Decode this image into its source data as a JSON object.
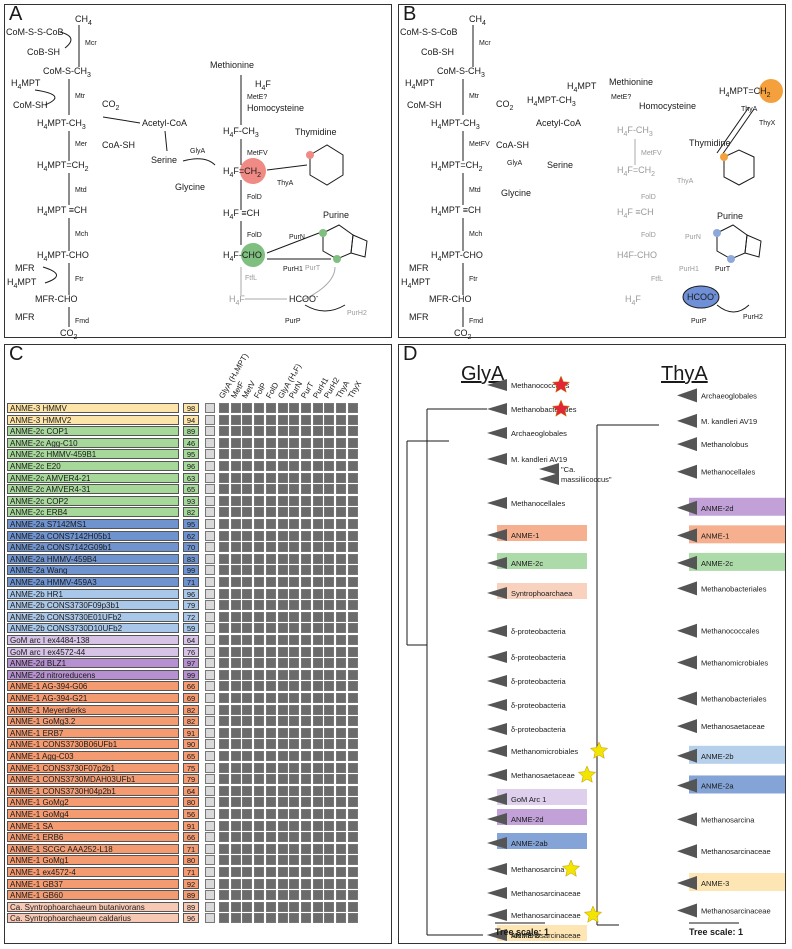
{
  "panel_labels": {
    "a": "A",
    "b": "B",
    "c": "C",
    "d": "D"
  },
  "pathway": {
    "ch4": "CH",
    "ch4_sub": "4",
    "com_s_s_cob": "CoM-S-S-CoB",
    "mcr": "Mcr",
    "cob_sh": "CoB-SH",
    "com_s_ch3": "CoM-S-CH",
    "h4mpt": "MPT",
    "mtr": "Mtr",
    "com_sh": "CoM-SH",
    "co2": "CO",
    "acetyl_coa": "Acetyl-CoA",
    "coa_sh": "CoA-SH",
    "mer": "Mer",
    "serine": "Serine",
    "glycine": "Glycine",
    "glya": "GlyA",
    "mtd": "Mtd",
    "mch": "Mch",
    "mfr": "MFR",
    "ftr": "Ftr",
    "mfr_cho": "MFR-CHO",
    "fmd": "Fmd",
    "methionine": "Methionine",
    "h4f": "F",
    "mete": "MetE?",
    "homocysteine": "Homocysteine",
    "metfv": "MetFV",
    "thymidine": "Thymidine",
    "thya": "ThyA",
    "thyx": "ThyX",
    "fold": "FolD",
    "purine": "Purine",
    "purn": "PurN",
    "purh1": "PurH1",
    "purt": "PurT",
    "purh2": "PurH2",
    "purp": "PurP",
    "ftfl": "FtfL",
    "hcoo": "HCOO",
    "h4f_cho_b": "H4F-CHO"
  },
  "panel_c": {
    "columns": [
      "GlyA (H₄MPT)",
      "MetF",
      "MetV",
      "FolP",
      "FolD",
      "GlyA (H₄F)",
      "PurN",
      "PurT",
      "PurH1",
      "PurH2",
      "ThyA",
      "ThyX"
    ],
    "rows": [
      {
        "name": "ANME-3 HMMV",
        "n": "98",
        "c": "#fde4a8"
      },
      {
        "name": "ANME-3 HMMV2",
        "n": "94",
        "c": "#fde4a8"
      },
      {
        "name": "ANME-2c COP1",
        "n": "89",
        "c": "#a6d89a"
      },
      {
        "name": "ANME-2c Agg-C10",
        "n": "46",
        "c": "#a6d89a"
      },
      {
        "name": "ANME-2c HMMV-459B1",
        "n": "95",
        "c": "#a6d89a"
      },
      {
        "name": "ANME-2c E20",
        "n": "96",
        "c": "#a6d89a"
      },
      {
        "name": "ANME-2c AMVER4-21",
        "n": "63",
        "c": "#a6d89a"
      },
      {
        "name": "ANME-2c AMVER4-31",
        "n": "65",
        "c": "#a6d89a"
      },
      {
        "name": "ANME-2c COP2",
        "n": "93",
        "c": "#a6d89a"
      },
      {
        "name": "ANME-2c ERB4",
        "n": "82",
        "c": "#a6d89a"
      },
      {
        "name": "ANME-2a S7142MS1",
        "n": "95",
        "c": "#6f93cf"
      },
      {
        "name": "ANME-2a CONS7142H05b1",
        "n": "62",
        "c": "#6f93cf"
      },
      {
        "name": "ANME-2a CONS7142G09b1",
        "n": "70",
        "c": "#6f93cf"
      },
      {
        "name": "ANME-2a HMMV-459B4",
        "n": "83",
        "c": "#6f93cf"
      },
      {
        "name": "ANME-2a Wang",
        "n": "99",
        "c": "#6f93cf"
      },
      {
        "name": "ANME-2a HMMV-459A3",
        "n": "71",
        "c": "#6f93cf"
      },
      {
        "name": "ANME-2b HR1",
        "n": "96",
        "c": "#a9c7e8"
      },
      {
        "name": "ANME-2b CONS3730F09p3b1",
        "n": "79",
        "c": "#a9c7e8"
      },
      {
        "name": "ANME-2b CONS3730E01UFb2",
        "n": "72",
        "c": "#a9c7e8"
      },
      {
        "name": "ANME-2b CONS3730D10UFb2",
        "n": "59",
        "c": "#a9c7e8"
      },
      {
        "name": "GoM arc I ex4484-138",
        "n": "64",
        "c": "#d6c3e6"
      },
      {
        "name": "GoM arc I ex4572-44",
        "n": "76",
        "c": "#d6c3e6"
      },
      {
        "name": "ANME-2d BLZ1",
        "n": "97",
        "c": "#b690d0"
      },
      {
        "name": "ANME-2d nitroreducens",
        "n": "99",
        "c": "#b690d0"
      },
      {
        "name": "ANME-1 AG-394-G06",
        "n": "66",
        "c": "#f49b72"
      },
      {
        "name": "ANME-1 AG-394-G21",
        "n": "69",
        "c": "#f49b72"
      },
      {
        "name": "ANME-1 Meyerdierks",
        "n": "82",
        "c": "#f49b72"
      },
      {
        "name": "ANME-1 GoMg3.2",
        "n": "82",
        "c": "#f49b72"
      },
      {
        "name": "ANME-1 ERB7",
        "n": "91",
        "c": "#f49b72"
      },
      {
        "name": "ANME-1 CONS3730B06UFb1",
        "n": "90",
        "c": "#f49b72"
      },
      {
        "name": "ANME-1 Agg-C03",
        "n": "65",
        "c": "#f49b72"
      },
      {
        "name": "ANME-1 CONS3730F07p2b1",
        "n": "75",
        "c": "#f49b72"
      },
      {
        "name": "ANME-1 CONS3730MDAH03UFb1",
        "n": "79",
        "c": "#f49b72"
      },
      {
        "name": "ANME-1 CONS3730H04p2b1",
        "n": "64",
        "c": "#f49b72"
      },
      {
        "name": "ANME-1 GoMg2",
        "n": "80",
        "c": "#f49b72"
      },
      {
        "name": "ANME-1 GoMg4",
        "n": "56",
        "c": "#f49b72"
      },
      {
        "name": "ANME-1 SA",
        "n": "91",
        "c": "#f49b72"
      },
      {
        "name": "ANME-1 ERB6",
        "n": "66",
        "c": "#f49b72"
      },
      {
        "name": "ANME-1 SCGC AAA252-L18",
        "n": "71",
        "c": "#f49b72"
      },
      {
        "name": "ANME-1 GoMg1",
        "n": "80",
        "c": "#f49b72"
      },
      {
        "name": "ANME-1 ex4572-4",
        "n": "71",
        "c": "#f49b72"
      },
      {
        "name": "ANME-1 GB37",
        "n": "92",
        "c": "#f49b72"
      },
      {
        "name": "ANME-1 GB60",
        "n": "89",
        "c": "#f49b72"
      },
      {
        "name": "Ca. Syntrophoarchaeum butanivorans",
        "n": "89",
        "c": "#f7c9b4"
      },
      {
        "name": "Ca. Syntrophoarchaeum caldarius",
        "n": "96",
        "c": "#f7c9b4"
      }
    ]
  },
  "panel_d": {
    "glya_title": "GlyA",
    "thya_title": "ThyA",
    "scale_label": "Tree scale: 1",
    "glya_labels": [
      "Methanococcales",
      "Methanobacteriales",
      "Archaeoglobales",
      "M. kandleri AV19",
      "\"Ca.",
      "massiliicoccus\"",
      "Methanocellales",
      "ANME-1",
      "ANME-2c",
      "Syntrophoarchaea",
      "δ-proteobacteria",
      "δ-proteobacteria",
      "δ-proteobacteria",
      "δ-proteobacteria",
      "δ-proteobacteria",
      "Methanomicrobiales",
      "Methanosaetaceae",
      "GoM Arc 1",
      "ANME-2d",
      "ANME-2ab",
      "Methanosarcina",
      "Methanosarcinaceae",
      "Methanosarcinaceae",
      "ANME-3",
      "Methanosarcinaceae"
    ],
    "thya_labels": [
      "Archaeoglobales",
      "M. kandleri AV19",
      "Methanolobus",
      "Methanocellales",
      "ANME-2d",
      "ANME-1",
      "ANME-2c",
      "Methanobacteriales",
      "Methanococcales",
      "Methanomicrobiales",
      "Methanobacteriales",
      "Methanosaetaceae",
      "ANME-2b",
      "ANME-2a",
      "Methanosarcina",
      "Methanosarcinaceae",
      "ANME-3",
      "Methanosarcinaceae"
    ]
  }
}
